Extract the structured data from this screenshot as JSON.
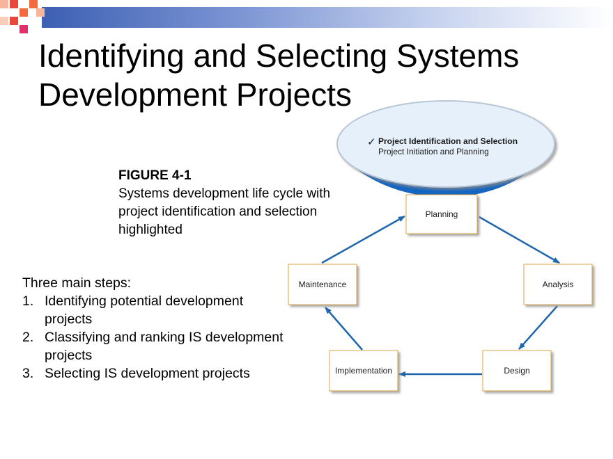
{
  "slide": {
    "title_lines": [
      "Identifying and Selecting Systems",
      "Development Projects"
    ]
  },
  "figure": {
    "number": "FIGURE 4-1",
    "caption_lines": [
      "Systems development life cycle with",
      "project identification and selection",
      "highlighted"
    ]
  },
  "steps": {
    "intro": "Three main steps:",
    "items": [
      {
        "num": "1.",
        "lines": [
          "Identifying potential development",
          "projects"
        ]
      },
      {
        "num": "2.",
        "lines": [
          "Classifying and ranking IS development",
          "projects"
        ]
      },
      {
        "num": "3.",
        "lines": [
          "Selecting IS development projects"
        ]
      }
    ]
  },
  "diagram": {
    "highlight": {
      "check": "✓",
      "title": "Project Identification and Selection",
      "subtitle": "Project Initiation and Planning"
    },
    "phases": {
      "planning": "Planning",
      "analysis": "Analysis",
      "design": "Design",
      "implementation": "Implementation",
      "maintenance": "Maintenance"
    },
    "colors": {
      "arrow": "#1f66ad",
      "highlight_band": "#1565c0",
      "ellipse_fill": "#e6f0fa",
      "box_border": "#d9a441"
    }
  }
}
